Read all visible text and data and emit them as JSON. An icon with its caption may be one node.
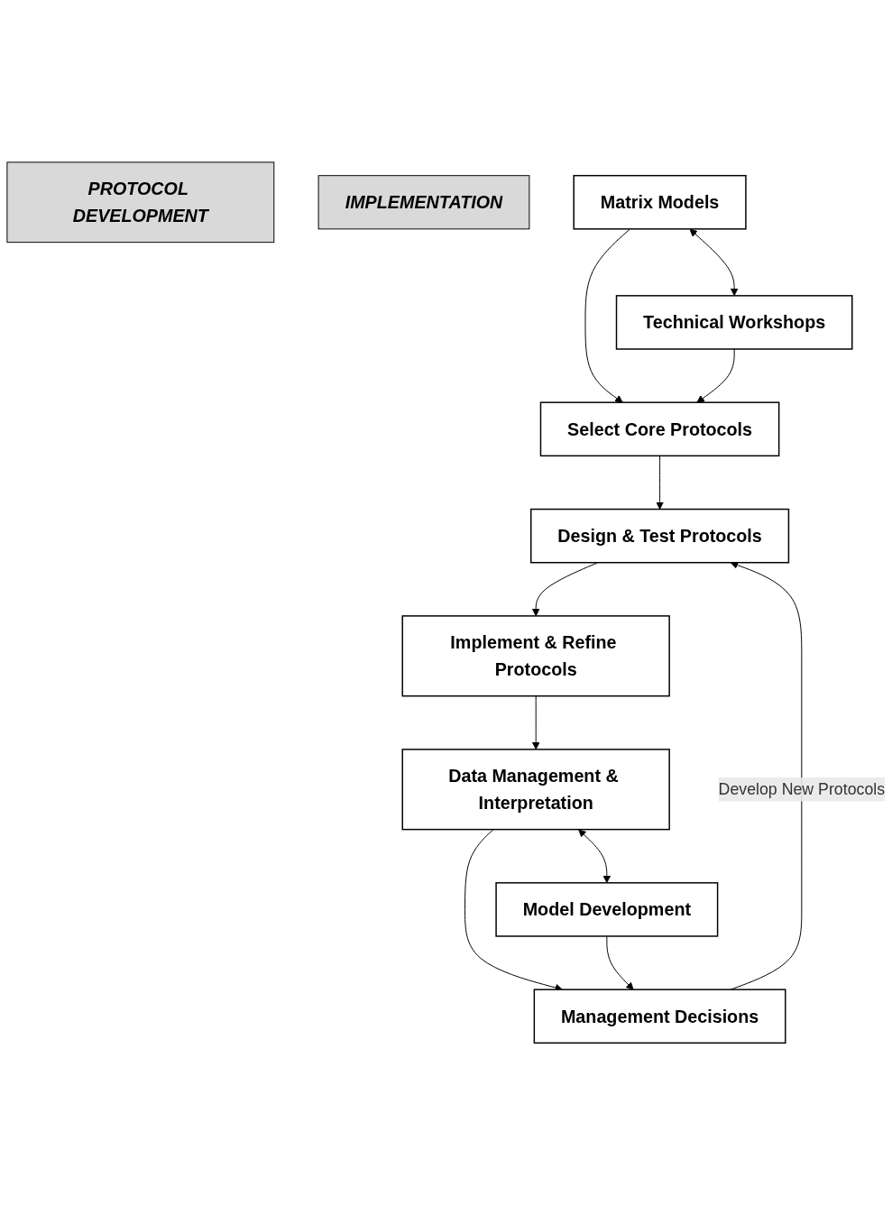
{
  "diagram": {
    "nodes": [
      {
        "text": [
          "PROTOCOL DEVELOPMENT"
        ]
      },
      {
        "text": [
          "IMPLEMENTATION"
        ]
      },
      {
        "text": [
          "Matrix Models"
        ]
      },
      {
        "text": [
          "Technical Workshops"
        ]
      },
      {
        "text": [
          "Select Core Protocols"
        ]
      },
      {
        "text": [
          "Design & Test Protocols"
        ]
      },
      {
        "text": [
          "Implement & Refine Protocols"
        ]
      },
      {
        "text": [
          "Data Management & Interpretation"
        ]
      },
      {
        "text": [
          "Model Development"
        ]
      },
      {
        "text": [
          "Management Decisions"
        ]
      }
    ],
    "edges": [
      {
        "from": 2,
        "to": 3,
        "arrow": "both"
      },
      {
        "from": 2,
        "to": 4,
        "arrow": "to"
      },
      {
        "from": 3,
        "to": 4,
        "arrow": "to"
      },
      {
        "from": 4,
        "to": 5,
        "arrow": "to"
      },
      {
        "from": 5,
        "to": 6,
        "arrow": "to"
      },
      {
        "from": 6,
        "to": 7,
        "arrow": "to"
      },
      {
        "from": 7,
        "to": 8,
        "arrow": "both"
      },
      {
        "from": 7,
        "to": 9,
        "arrow": "to"
      },
      {
        "from": 8,
        "to": 9,
        "arrow": "to"
      },
      {
        "from": 9,
        "to": 5,
        "label": "Develop New Protocols",
        "arrow": "to"
      }
    ]
  }
}
